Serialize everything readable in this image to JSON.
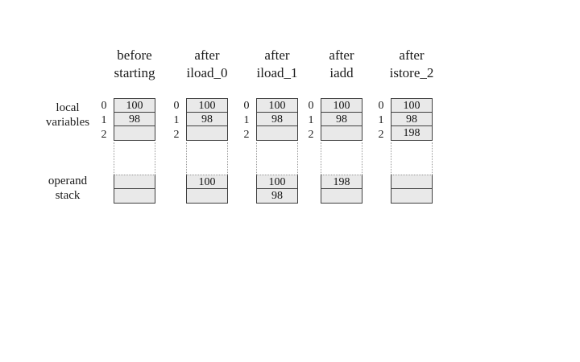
{
  "diagram": {
    "row_labels": {
      "locals": [
        "local",
        "variables"
      ],
      "stack": [
        "operand",
        "stack"
      ]
    },
    "columns": [
      {
        "header": [
          "before",
          "starting"
        ],
        "locals": [
          {
            "index": "0",
            "value": "100"
          },
          {
            "index": "1",
            "value": "98"
          },
          {
            "index": "2",
            "value": ""
          }
        ],
        "stack": [
          "",
          ""
        ]
      },
      {
        "header": [
          "after",
          "iload_0"
        ],
        "locals": [
          {
            "index": "0",
            "value": "100"
          },
          {
            "index": "1",
            "value": "98"
          },
          {
            "index": "2",
            "value": ""
          }
        ],
        "stack": [
          "100",
          ""
        ]
      },
      {
        "header": [
          "after",
          "iload_1"
        ],
        "locals": [
          {
            "index": "0",
            "value": "100"
          },
          {
            "index": "1",
            "value": "98"
          },
          {
            "index": "2",
            "value": ""
          }
        ],
        "stack": [
          "100",
          "98"
        ]
      },
      {
        "header": [
          "after",
          "iadd"
        ],
        "locals": [
          {
            "index": "0",
            "value": "100"
          },
          {
            "index": "1",
            "value": "98"
          },
          {
            "index": "2",
            "value": ""
          }
        ],
        "stack": [
          "198",
          ""
        ]
      },
      {
        "header": [
          "after",
          "istore_2"
        ],
        "locals": [
          {
            "index": "0",
            "value": "100"
          },
          {
            "index": "1",
            "value": "98"
          },
          {
            "index": "2",
            "value": "198"
          }
        ],
        "stack": [
          "",
          ""
        ]
      }
    ],
    "colors": {
      "background": "#ffffff",
      "cell_fill": "#e9e9e9",
      "border": "#3f3f3f",
      "dotted_line": "#999999",
      "text": "#1a1a1a"
    }
  }
}
